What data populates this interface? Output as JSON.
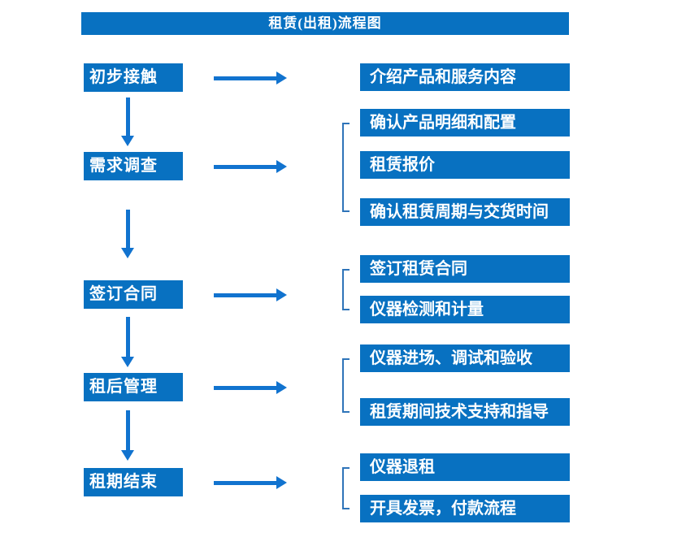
{
  "title": "租赁(出租)流程图",
  "colors": {
    "box": "#0871C1",
    "arrow": "#1173CF",
    "bracket": "#2E74B9",
    "text": "#FFFFFF"
  },
  "steps": [
    {
      "label": "初步接触",
      "details": [
        "介绍产品和服务内容"
      ]
    },
    {
      "label": "需求调查",
      "details": [
        "确认产品明细和配置",
        "租赁报价",
        "确认租赁周期与交货时间"
      ]
    },
    {
      "label": "签订合同",
      "details": [
        "签订租赁合同",
        "仪器检测和计量"
      ]
    },
    {
      "label": "租后管理",
      "details": [
        "仪器进场、调试和验收",
        "租赁期间技术支持和指导"
      ]
    },
    {
      "label": "租期结束",
      "details": [
        "仪器退租",
        "开具发票，付款流程"
      ]
    }
  ]
}
